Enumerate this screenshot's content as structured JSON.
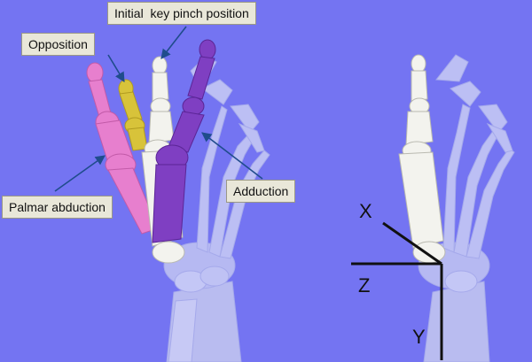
{
  "callouts": {
    "initial_key_pinch": "Initial  key pinch position",
    "opposition": "Opposition",
    "palmar_abduction": "Palmar abduction",
    "adduction": "Adduction"
  },
  "axes": {
    "x": "X",
    "z": "Z",
    "y": "Y"
  },
  "colors": {
    "background": "#7474f2",
    "palmar_abduction": "#e77fce",
    "opposition": "#d8c33a",
    "adduction": "#7f3fc2",
    "initial": "#f3f3ee",
    "arrow": "#1f4c8c"
  },
  "views": [
    "left-hand-view-with-thumb-positions",
    "right-hand-view-with-axes"
  ]
}
